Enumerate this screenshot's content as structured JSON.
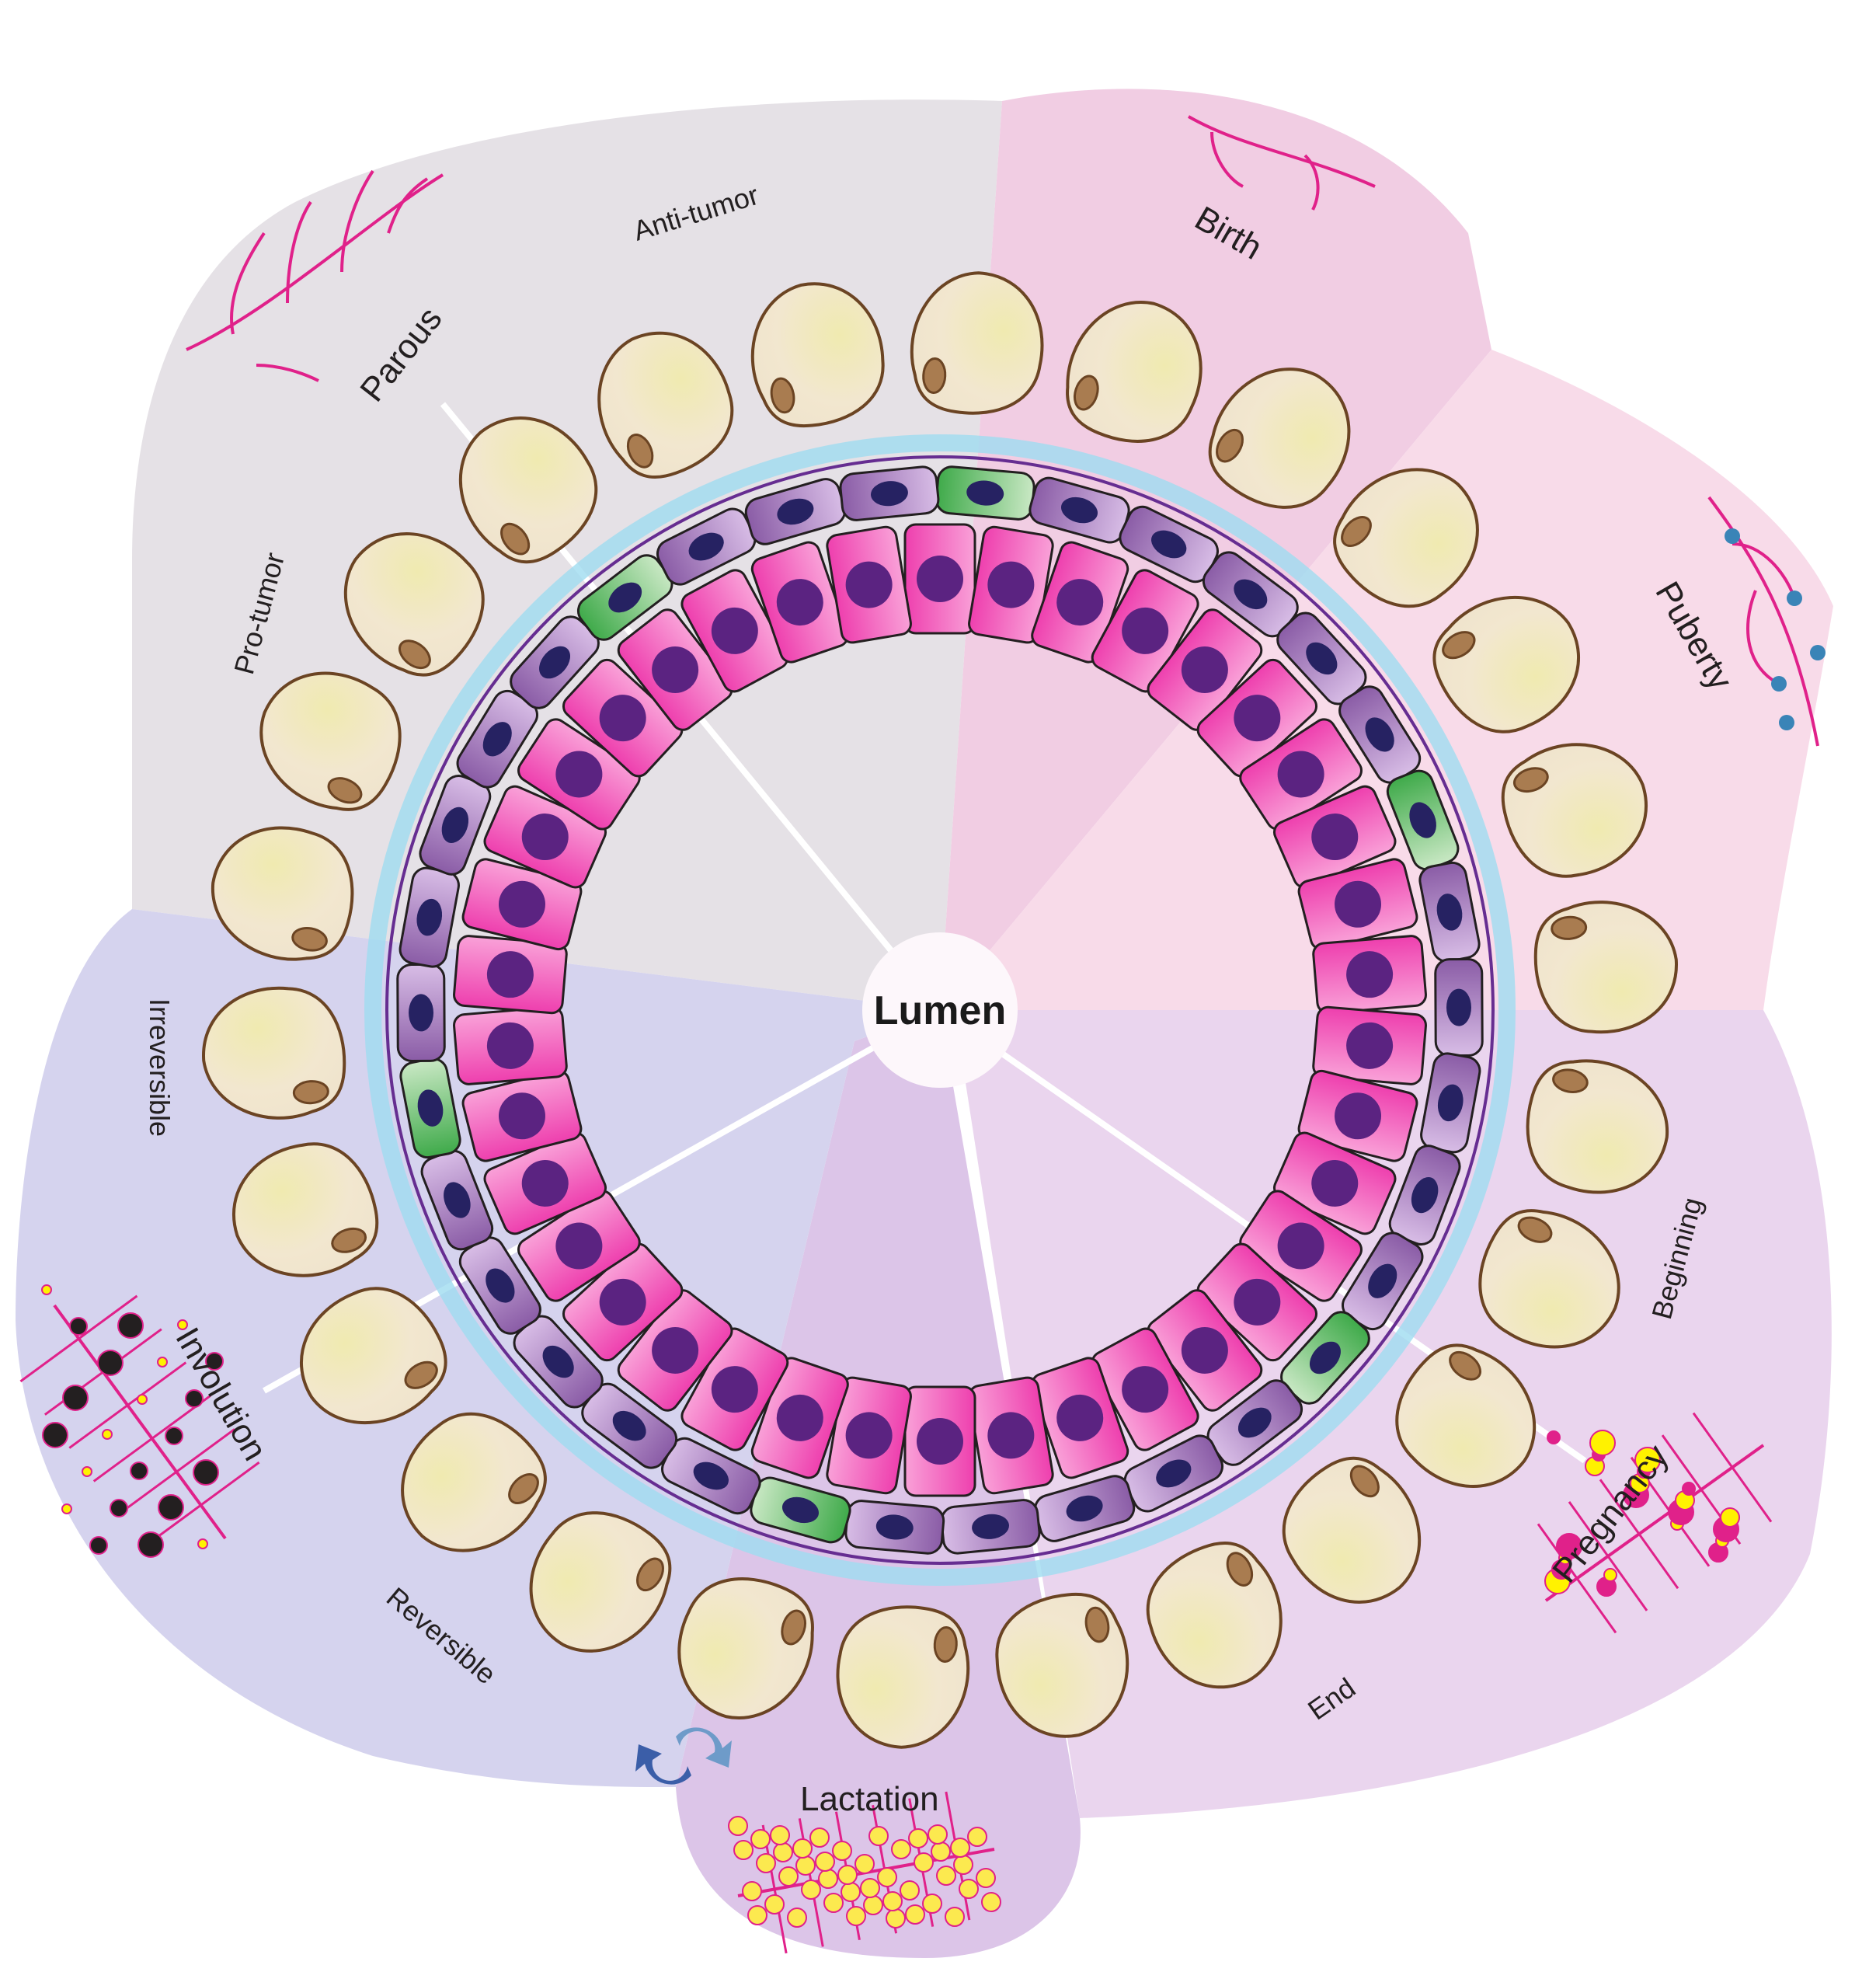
{
  "diagram": {
    "center_label": "Lumen",
    "stages": [
      {
        "id": "birth",
        "label": "Birth",
        "color": "#f1cde3"
      },
      {
        "id": "puberty",
        "label": "Puberty",
        "color": "#f8dbe9"
      },
      {
        "id": "pregnancy",
        "label": "Pregnancy",
        "color": "#ead5ee"
      },
      {
        "id": "lactation",
        "label": "Lactation",
        "color": "#dcc5e8"
      },
      {
        "id": "involution",
        "label": "Involution",
        "color": "#d5d3ee"
      },
      {
        "id": "parous",
        "label": "Parous",
        "color": "#e5e1e6"
      }
    ],
    "sub_labels": {
      "anti_tumor": "Anti-tumor",
      "pro_tumor": "Pro-tumor",
      "irreversible": "Irreversible",
      "reversible": "Reversible",
      "beginning": "Beginning",
      "end": "End"
    },
    "colors": {
      "adipocyte_fill": "#f2e7cf",
      "adipocyte_stroke": "#6b4423",
      "adipocyte_nucleus": "#a97c50",
      "luminal_cell": "#f15bb5",
      "luminal_nucleus": "#5b2381",
      "myoepithelial_cell": "#a77fbd",
      "myoepithelial_nucleus": "#262262",
      "basal_green": "#6cbf6a",
      "fibroblast": "#9fdcf0",
      "basement_membrane": "#662d91",
      "alveolar_orange": "#f7931e",
      "milk_droplet": "#fff200",
      "ductal_tree": "#e0218a",
      "macrophage": "#4fc1b7",
      "cycle_arrow": "#3b5ea8"
    },
    "icons": [
      "cycle-arrows-icon",
      "ductal-tree-icon"
    ]
  }
}
